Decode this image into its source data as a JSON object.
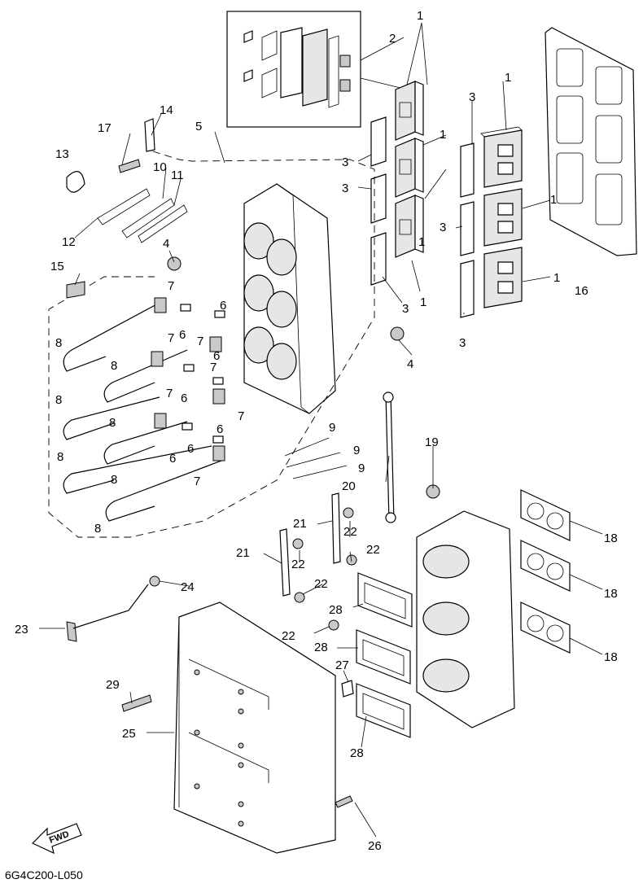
{
  "diagram_code": "6G4C200-L050",
  "fwd_label": "FWD",
  "callouts": [
    {
      "id": "c1a",
      "label": "1"
    },
    {
      "id": "c2",
      "label": "2"
    },
    {
      "id": "c1b",
      "label": "1"
    },
    {
      "id": "c1c",
      "label": "1"
    },
    {
      "id": "c1d",
      "label": "1"
    },
    {
      "id": "c1e",
      "label": "1"
    },
    {
      "id": "c1f",
      "label": "1"
    },
    {
      "id": "c1g",
      "label": "1"
    },
    {
      "id": "c3a",
      "label": "3"
    },
    {
      "id": "c3b",
      "label": "3"
    },
    {
      "id": "c3c",
      "label": "3"
    },
    {
      "id": "c3d",
      "label": "3"
    },
    {
      "id": "c3e",
      "label": "3"
    },
    {
      "id": "c3f",
      "label": "3"
    },
    {
      "id": "c4a",
      "label": "4"
    },
    {
      "id": "c4b",
      "label": "4"
    },
    {
      "id": "c5",
      "label": "5"
    },
    {
      "id": "c6a",
      "label": "6"
    },
    {
      "id": "c6b",
      "label": "6"
    },
    {
      "id": "c6c",
      "label": "6"
    },
    {
      "id": "c6d",
      "label": "6"
    },
    {
      "id": "c6e",
      "label": "6"
    },
    {
      "id": "c6f",
      "label": "6"
    },
    {
      "id": "c6g",
      "label": "6"
    },
    {
      "id": "c7a",
      "label": "7"
    },
    {
      "id": "c7b",
      "label": "7"
    },
    {
      "id": "c7c",
      "label": "7"
    },
    {
      "id": "c7d",
      "label": "7"
    },
    {
      "id": "c7e",
      "label": "7"
    },
    {
      "id": "c7f",
      "label": "7"
    },
    {
      "id": "c7g",
      "label": "7"
    },
    {
      "id": "c8a",
      "label": "8"
    },
    {
      "id": "c8b",
      "label": "8"
    },
    {
      "id": "c8c",
      "label": "8"
    },
    {
      "id": "c8d",
      "label": "8"
    },
    {
      "id": "c8e",
      "label": "8"
    },
    {
      "id": "c8f",
      "label": "8"
    },
    {
      "id": "c8g",
      "label": "8"
    },
    {
      "id": "c9a",
      "label": "9"
    },
    {
      "id": "c9b",
      "label": "9"
    },
    {
      "id": "c9c",
      "label": "9"
    },
    {
      "id": "c10",
      "label": "10"
    },
    {
      "id": "c11",
      "label": "11"
    },
    {
      "id": "c12",
      "label": "12"
    },
    {
      "id": "c13",
      "label": "13"
    },
    {
      "id": "c14",
      "label": "14"
    },
    {
      "id": "c15",
      "label": "15"
    },
    {
      "id": "c16",
      "label": "16"
    },
    {
      "id": "c17",
      "label": "17"
    },
    {
      "id": "c18a",
      "label": "18"
    },
    {
      "id": "c18b",
      "label": "18"
    },
    {
      "id": "c18c",
      "label": "18"
    },
    {
      "id": "c19",
      "label": "19"
    },
    {
      "id": "c20",
      "label": "20"
    },
    {
      "id": "c21a",
      "label": "21"
    },
    {
      "id": "c21b",
      "label": "21"
    },
    {
      "id": "c22a",
      "label": "22"
    },
    {
      "id": "c22b",
      "label": "22"
    },
    {
      "id": "c22c",
      "label": "22"
    },
    {
      "id": "c22d",
      "label": "22"
    },
    {
      "id": "c22e",
      "label": "22"
    },
    {
      "id": "c23",
      "label": "23"
    },
    {
      "id": "c24",
      "label": "24"
    },
    {
      "id": "c25",
      "label": "25"
    },
    {
      "id": "c26",
      "label": "26"
    },
    {
      "id": "c27",
      "label": "27"
    },
    {
      "id": "c28a",
      "label": "28"
    },
    {
      "id": "c28b",
      "label": "28"
    },
    {
      "id": "c28c",
      "label": "28"
    },
    {
      "id": "c29",
      "label": "29"
    }
  ]
}
